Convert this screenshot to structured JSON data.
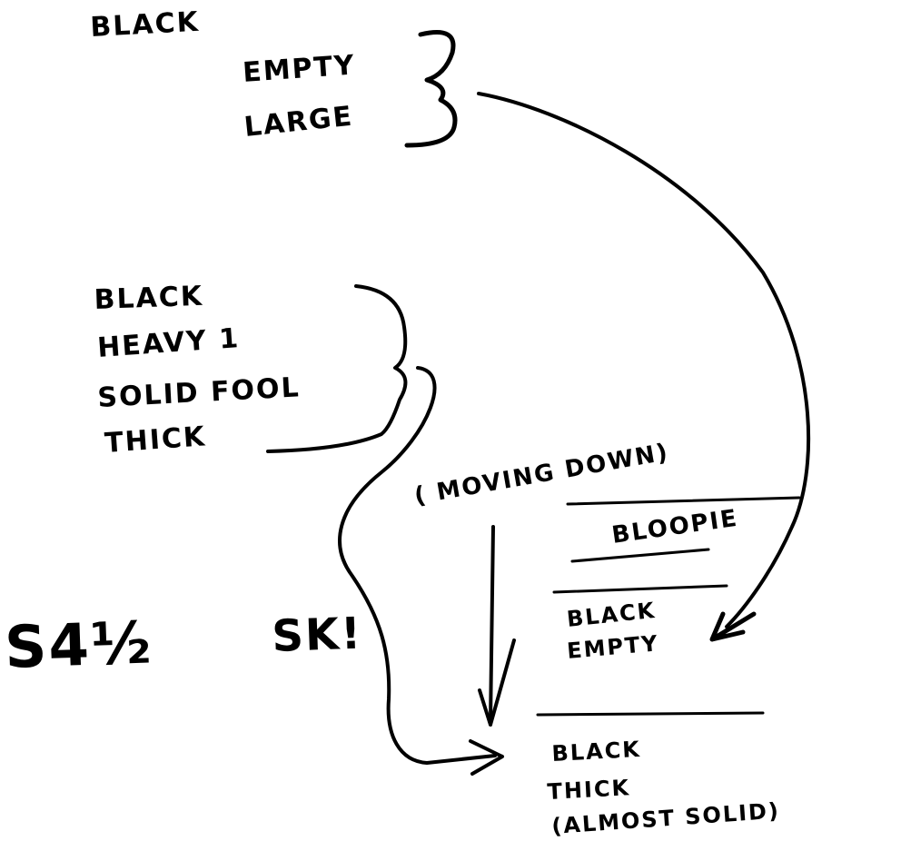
{
  "notes": {
    "top_label": "BLACK",
    "top_items": [
      "EMPTY",
      "LARGE"
    ],
    "group2": [
      "BLACK",
      "HEAVY 1",
      "SOLID FOOL",
      "THICK"
    ],
    "moving_down": "( MOVING DOWN)",
    "bottom_label": "BLOOPIE",
    "box1": [
      "BLACK",
      "EMPTY"
    ],
    "box2": [
      "BLACK",
      "THICK",
      "(ALMOST SOLID)"
    ],
    "left_note": "S4½",
    "sk_note": "SK!"
  }
}
